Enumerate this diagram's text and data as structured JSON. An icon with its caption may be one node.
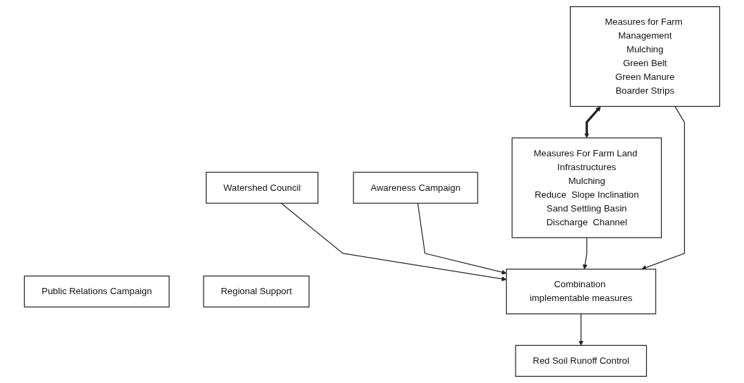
{
  "diagram": {
    "nodes": [
      {
        "text": [
          "Measures for Farm Management",
          "Mulching",
          "Green Belt",
          "Green Manure",
          "Boarder Strips"
        ]
      },
      {
        "text": [
          "Measures For Farm Land Infrastructures",
          "Mulching",
          "Reduce  Slope Inclination",
          "Sand Settling Basin",
          "Discharge  Channel"
        ]
      },
      {
        "text": [
          "Awareness Campaign"
        ]
      },
      {
        "text": [
          "Public Relations Campaign"
        ]
      },
      {
        "text": [
          "Watershed Council"
        ]
      },
      {
        "text": [
          "Regional Support"
        ]
      },
      {
        "text": [
          "Combination implementable measures"
        ]
      },
      {
        "text": [
          "Red Soil Runoff Control"
        ]
      }
    ],
    "edges": [
      {
        "from": 0,
        "to": 1,
        "arrow": "both",
        "style": "thick"
      },
      {
        "from": 0,
        "to": 6,
        "arrow": "to"
      },
      {
        "from": 1,
        "to": 6,
        "arrow": "to"
      },
      {
        "from": 2,
        "to": 6,
        "arrow": "to"
      },
      {
        "from": 4,
        "to": 6,
        "arrow": "to"
      },
      {
        "from": 6,
        "to": 7,
        "arrow": "to"
      }
    ]
  }
}
